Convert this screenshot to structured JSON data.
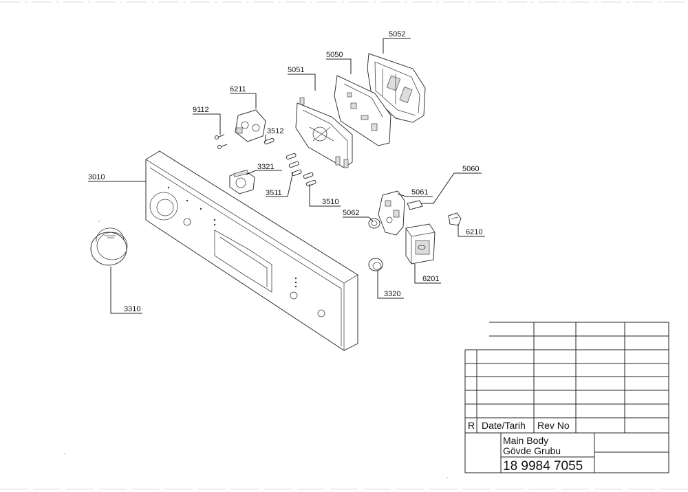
{
  "callouts": [
    {
      "id": "5052",
      "label": "5052"
    },
    {
      "id": "5050",
      "label": "5050"
    },
    {
      "id": "5051",
      "label": "5051"
    },
    {
      "id": "6211",
      "label": "6211"
    },
    {
      "id": "9112",
      "label": "9112"
    },
    {
      "id": "3512",
      "label": "3512"
    },
    {
      "id": "3321",
      "label": "3321"
    },
    {
      "id": "3010",
      "label": "3010"
    },
    {
      "id": "3511",
      "label": "3511"
    },
    {
      "id": "3510",
      "label": "3510"
    },
    {
      "id": "5060",
      "label": "5060"
    },
    {
      "id": "5061",
      "label": "5061"
    },
    {
      "id": "5062",
      "label": "5062"
    },
    {
      "id": "6210",
      "label": "6210"
    },
    {
      "id": "6201",
      "label": "6201"
    },
    {
      "id": "3320",
      "label": "3320"
    },
    {
      "id": "3310",
      "label": "3310"
    }
  ],
  "title_block": {
    "rev_header": {
      "r": "R",
      "date": "Date/Tarih",
      "rev_no": "Rev No"
    },
    "title_en": "Main Body",
    "title_tr": "Gövde Grubu",
    "part_number": "18 9984 7055"
  }
}
